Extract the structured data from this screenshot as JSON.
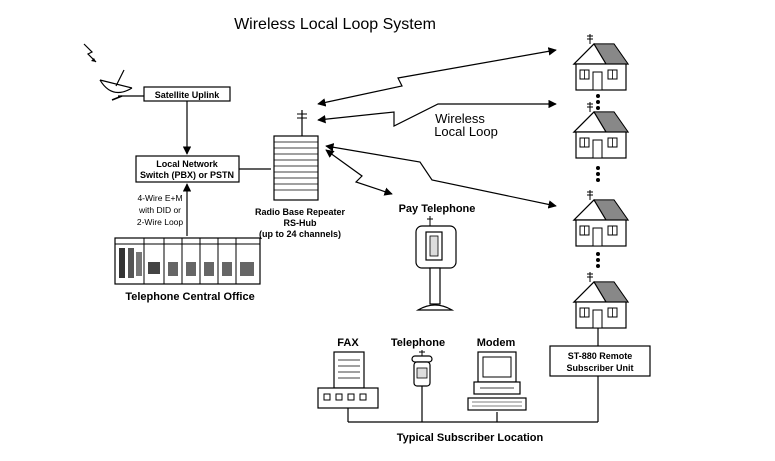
{
  "title": "Wireless Local Loop System",
  "labels": {
    "satellite_uplink": "Satellite Uplink",
    "switch_line1": "Local Network",
    "switch_line2": "Switch (PBX) or PSTN",
    "wire_note_line1": "4-Wire E+M",
    "wire_note_line2": "with DID or",
    "wire_note_line3": "2-Wire Loop",
    "central_office": "Telephone Central Office",
    "repeater_line1": "Radio Base Repeater",
    "repeater_line2": "RS-Hub",
    "repeater_line3": "(up to 24 channels)",
    "wll_line1": "Wireless",
    "wll_line2": "Local Loop",
    "pay_telephone": "Pay Telephone",
    "fax": "FAX",
    "telephone": "Telephone",
    "modem": "Modem",
    "subscriber_unit_line1": "ST-880 Remote",
    "subscriber_unit_line2": "Subscriber Unit",
    "subscriber_location": "Typical Subscriber Location"
  },
  "icons": [
    "satellite-dish-icon",
    "radio-tower-icon",
    "house-icon",
    "pay-phone-icon",
    "fax-icon",
    "telephone-icon",
    "computer-icon",
    "central-office-icon"
  ]
}
